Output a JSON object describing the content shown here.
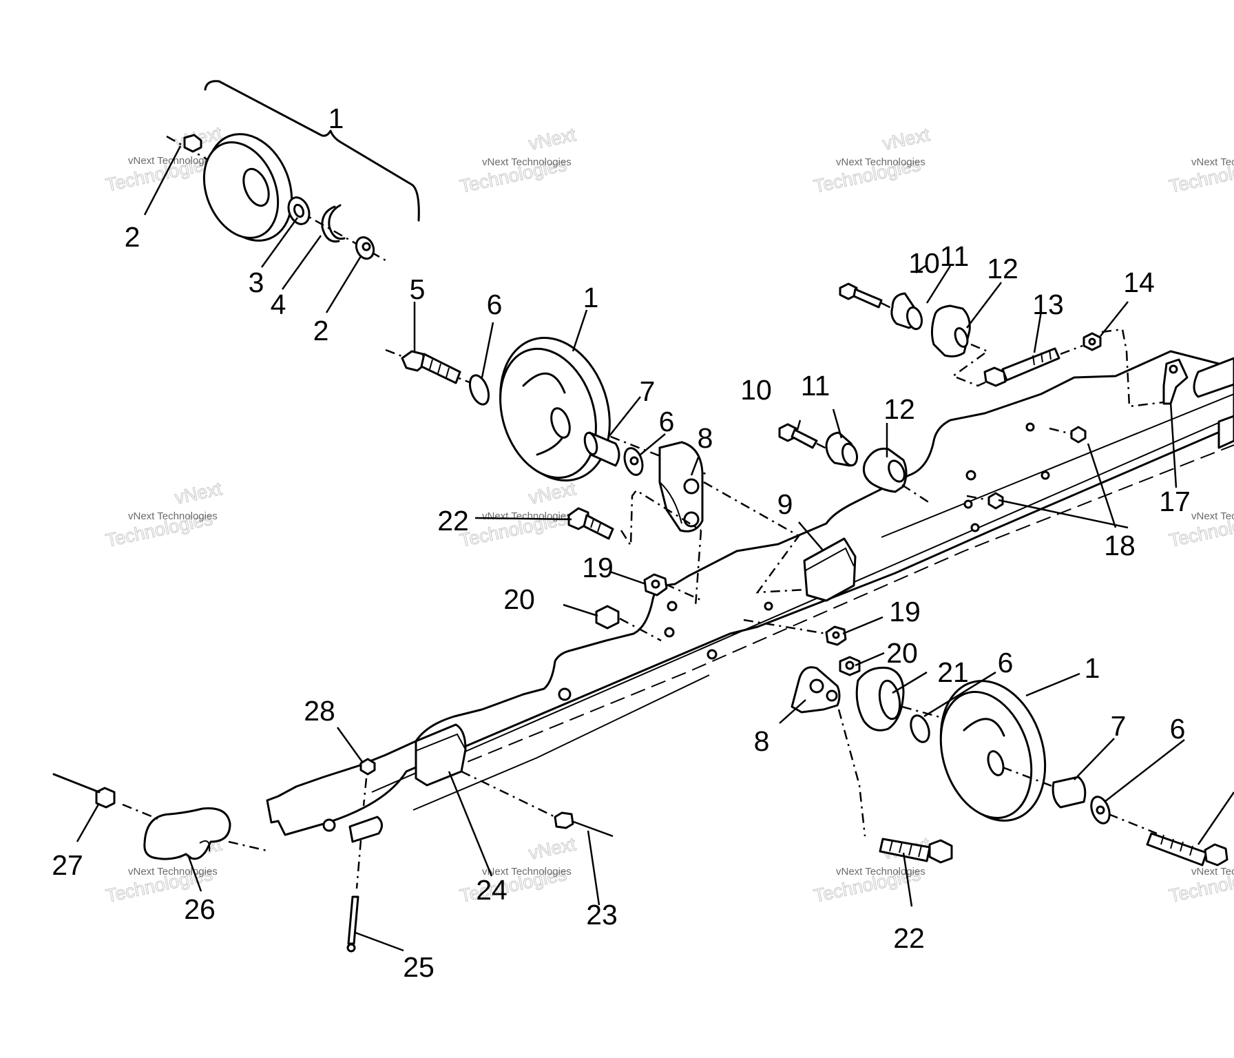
{
  "callouts": [
    {
      "id": "c-1-top",
      "label": "1"
    },
    {
      "id": "c-2-left",
      "label": "2"
    },
    {
      "id": "c-3",
      "label": "3"
    },
    {
      "id": "c-4",
      "label": "4"
    },
    {
      "id": "c-2-right",
      "label": "2"
    },
    {
      "id": "c-5",
      "label": "5"
    },
    {
      "id": "c-6-a",
      "label": "6"
    },
    {
      "id": "c-1-mid",
      "label": "1"
    },
    {
      "id": "c-7-a",
      "label": "7"
    },
    {
      "id": "c-6-b",
      "label": "6"
    },
    {
      "id": "c-8-a",
      "label": "8"
    },
    {
      "id": "c-10-a",
      "label": "10"
    },
    {
      "id": "c-11-a",
      "label": "11"
    },
    {
      "id": "c-12-a",
      "label": "12"
    },
    {
      "id": "c-13",
      "label": "13"
    },
    {
      "id": "c-14",
      "label": "14"
    },
    {
      "id": "c-10-b",
      "label": "10"
    },
    {
      "id": "c-11-b",
      "label": "11"
    },
    {
      "id": "c-12-b",
      "label": "12"
    },
    {
      "id": "c-17",
      "label": "17"
    },
    {
      "id": "c-18",
      "label": "18"
    },
    {
      "id": "c-22-a",
      "label": "22"
    },
    {
      "id": "c-9",
      "label": "9"
    },
    {
      "id": "c-19-a",
      "label": "19"
    },
    {
      "id": "c-20-a",
      "label": "20"
    },
    {
      "id": "c-19-b",
      "label": "19"
    },
    {
      "id": "c-20-b",
      "label": "20"
    },
    {
      "id": "c-21",
      "label": "21"
    },
    {
      "id": "c-6-c",
      "label": "6"
    },
    {
      "id": "c-1-low",
      "label": "1"
    },
    {
      "id": "c-8-b",
      "label": "8"
    },
    {
      "id": "c-7-b",
      "label": "7"
    },
    {
      "id": "c-6-d",
      "label": "6"
    },
    {
      "id": "c-28",
      "label": "28"
    },
    {
      "id": "c-27",
      "label": "27"
    },
    {
      "id": "c-26",
      "label": "26"
    },
    {
      "id": "c-24",
      "label": "24"
    },
    {
      "id": "c-23",
      "label": "23"
    },
    {
      "id": "c-25",
      "label": "25"
    },
    {
      "id": "c-22-b",
      "label": "22"
    }
  ],
  "watermark": {
    "line_small": "vNext Technologies",
    "line_large": "Technologies",
    "line_top": "vNext"
  }
}
